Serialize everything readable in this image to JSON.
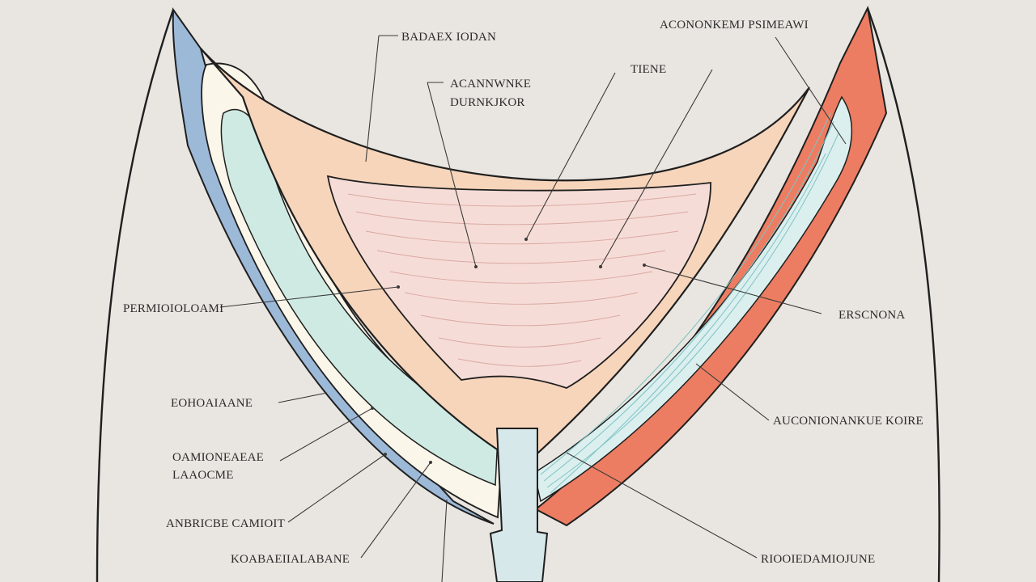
{
  "labels": {
    "top_center": "BADAEX IODAN",
    "top_right": "ACONONKEMJ PSIMEAWI",
    "upper_mid_line1": "ACANNWNKE",
    "upper_mid_line2": "DURNKJKOR",
    "upper_right_small": "TIENE",
    "left_1": "PERMIOIOLOAMI",
    "right_1": "ERSCNONA",
    "left_2": "EOHOAIAANE",
    "right_2": "AUCONIONANKUE KOIRE",
    "left_3_line1": "OAMIONEAEAE",
    "left_3_line2": "LAAOCME",
    "left_4": "ANBRICBE CAMIOIT",
    "bottom_left": "KOABAEIIALABANE",
    "bottom_right": "RIOOIEDAMIOJUNE"
  },
  "colors": {
    "background": "#e9e6e1",
    "blue_band": "#9db9d8",
    "red_band": "#ec7d62",
    "peach_layer": "#f7d5bb",
    "pink_core": "#f6dcd6",
    "mint_layer": "#cfeae3",
    "cream_layer": "#fbf6ea",
    "stalk": "#d6e8ea"
  }
}
